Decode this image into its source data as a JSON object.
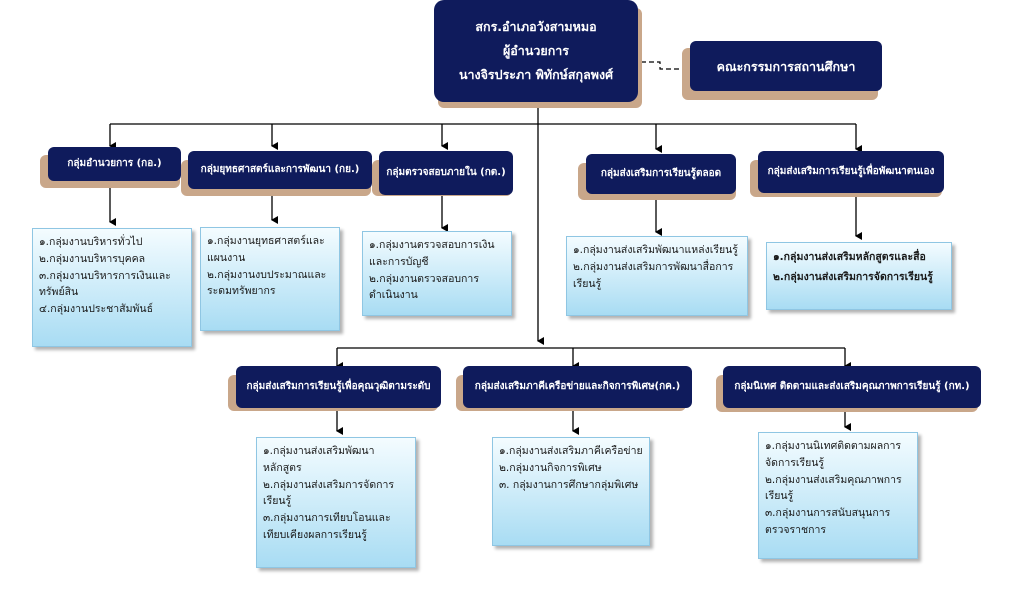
{
  "director": {
    "line1": "สกร.อำเภอวังสามหมอ",
    "line2": "ผู้อำนวยการ",
    "line3": "นางจิรประภา พิทักษ์สกุลพงศ์"
  },
  "committee": "คณะกรรมการสถานศึกษา",
  "groups": [
    {
      "title": "กลุ่มอำนวยการ (กอ.)",
      "items": [
        "๑.กลุ่มงานบริหารทั่วไป",
        "๒.กลุ่มงานบริหารบุคคล",
        "๓.กลุ่มงานบริหารการเงินและทรัพย์สิน",
        "๔.กลุ่มงานประชาสัมพันธ์"
      ]
    },
    {
      "title": "กลุ่มยุทธศาสตร์และการพัฒนา (กย.)",
      "items": [
        "๑.กลุ่มงานยุทธศาสตร์และแผนงาน",
        "๒.กลุ่มงานงบประมาณและระดมทรัพยากร"
      ]
    },
    {
      "title": "กลุ่มตรวจสอบภายใน (กต.)",
      "items": [
        "๑.กลุ่มงานตรวจสอบการเงินและการบัญชี",
        "๒.กลุ่มงานตรวจสอบการดำเนินงาน"
      ]
    },
    {
      "title": "กลุ่มส่งเสริมการเรียนรู้ตลอด",
      "items": [
        "๑.กลุ่มงานส่งเสริมพัฒนาแหล่งเรียนรู้",
        "๒.กลุ่มงานส่งเสริมการพัฒนาสื่อการเรียนรู้"
      ]
    },
    {
      "title": "กลุ่มส่งเสริมการเรียนรู้เพื่อพัฒนาตนเอง",
      "items": [
        "๑.กลุ่มงานส่งเสริมหลักสูตรและสื่อ",
        "๒.กลุ่มงานส่งเสริมการจัดการเรียนรู้"
      ]
    },
    {
      "title": "กลุ่มส่งเสริมการเรียนรู้เพื่อคุณวุฒิตามระดับ",
      "items": [
        "๑.กลุ่มงานส่งเสริมพัฒนาหลักสูตร",
        "๒.กลุ่มงานส่งเสริมการจัดการเรียนรู้",
        "๓.กลุ่มงานการเทียบโอนและเทียบเคียงผลการเรียนรู้"
      ]
    },
    {
      "title": "กลุ่มส่งเสริมภาคีเครือข่ายและกิจการพิเศษ(กค.)",
      "items": [
        "๑.กลุ่มงานส่งเสริมภาคีเครือข่าย",
        "๒.กลุ่มงานกิจการพิเศษ",
        "๓. กลุ่มงานการศึกษากลุ่มพิเศษ"
      ]
    },
    {
      "title": "กลุ่มนิเทศ ติดตามและส่งเสริมคุณภาพการเรียนรู้ (กท.)",
      "items": [
        "๑.กลุ่มงานนิเทศติดตามผลการจัดการเรียนรู้",
        "๒.กลุ่มงานส่งเสริมคุณภาพการเรียนรู้",
        "๓.กลุ่มงานการสนับสนุนการตรวจราชการ"
      ]
    }
  ]
}
